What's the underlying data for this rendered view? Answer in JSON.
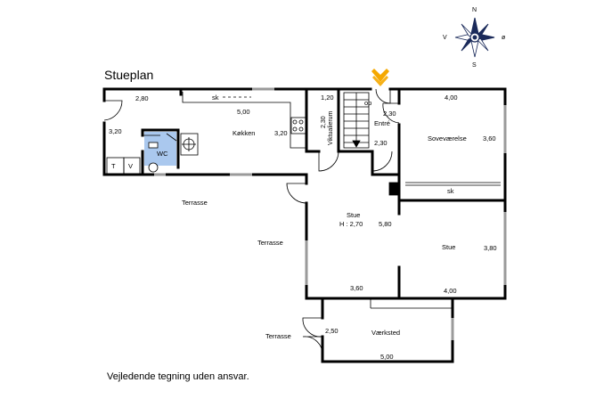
{
  "title": "Stueplan",
  "footer": "Vejledende tegning uden ansvar.",
  "compass": {
    "n": "N",
    "s": "S",
    "v": "V",
    "o": "ø"
  },
  "rooms": {
    "kokken": "Køkken",
    "viktualierum": "Viktualierum",
    "entre": "Entré",
    "sovevaerelse": "Soveværelse",
    "wc": "WC",
    "stue_center": "Stue",
    "stue_height": "H : 2,70",
    "stue_right": "Stue",
    "vaerksted": "Værksted",
    "terrasse_left": "Terrasse",
    "terrasse_mid": "Terrasse",
    "terrasse_bottom": "Terrasse"
  },
  "fixtures": {
    "t": "T",
    "v": "V",
    "sk_kitchen": "sk",
    "sk_bedroom": "sk",
    "op": "op"
  },
  "dims": {
    "d_280": "2,80",
    "d_320_left": "3,20",
    "d_500_kitchen": "5,00",
    "d_320_kitchen": "3,20",
    "d_120": "1,20",
    "d_230_vik": "2,30",
    "d_230_entre_top": "2,30",
    "d_230_entre_bottom": "2,30",
    "d_400_top": "4,00",
    "d_360_bed": "3,60",
    "d_580": "5,80",
    "d_380": "3,80",
    "d_360_bottom": "3,60",
    "d_400_bottom": "4,00",
    "d_250": "2,50",
    "d_500_bottom": "5,00"
  },
  "colors": {
    "wall": "#000000",
    "window": "#9a9a9a",
    "wc_fill": "#aac8ee",
    "entrance_arrow": "#f5a800",
    "compass": "#1a2a5a"
  },
  "icons": {
    "entrance": "entrance-arrow-icon",
    "compass": "compass-rose-icon"
  }
}
